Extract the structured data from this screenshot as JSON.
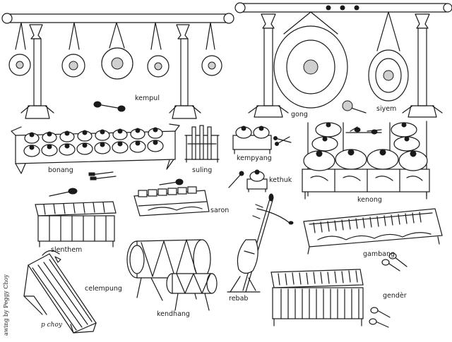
{
  "labels": {
    "kempul": "kempul",
    "gong": "gong",
    "siyem": "siyem",
    "bonang": "bonang",
    "suling": "suling",
    "kempyang": "kempyang",
    "kethuk": "kethuk",
    "kenong": "kenong",
    "saron": "saron",
    "slenthem": "slenthem",
    "gambang": "gambang",
    "celempung": "celempung",
    "kendhang": "kendhang",
    "rebab": "rebab",
    "gender": "gendèr"
  },
  "credit": {
    "drawing_by": "awing by Peggy Choy",
    "signature": "p choy"
  }
}
